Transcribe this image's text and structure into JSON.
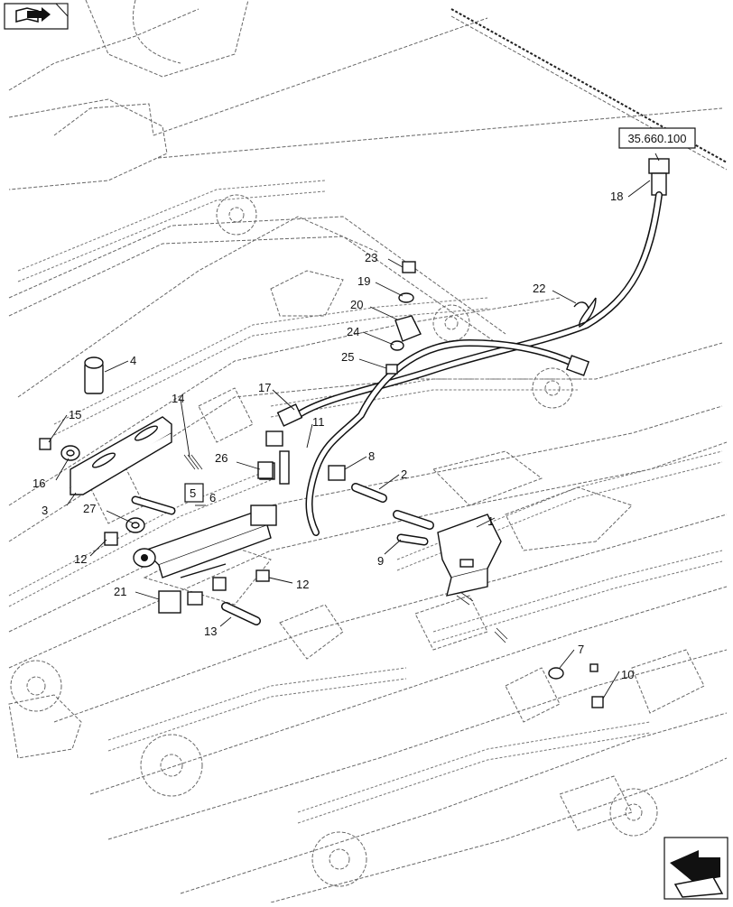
{
  "reference": "35.660.100",
  "callouts": [
    "1",
    "2",
    "3",
    "4",
    "5",
    "6",
    "7",
    "8",
    "9",
    "10",
    "11",
    "12",
    "12",
    "12",
    "13",
    "14",
    "15",
    "16",
    "17",
    "18",
    "19",
    "20",
    "21",
    "22",
    "23",
    "24",
    "25",
    "26",
    "27"
  ],
  "icons": {
    "top_left": "book-arrow-icon",
    "bottom_right": "next-page-arrow-icon"
  }
}
